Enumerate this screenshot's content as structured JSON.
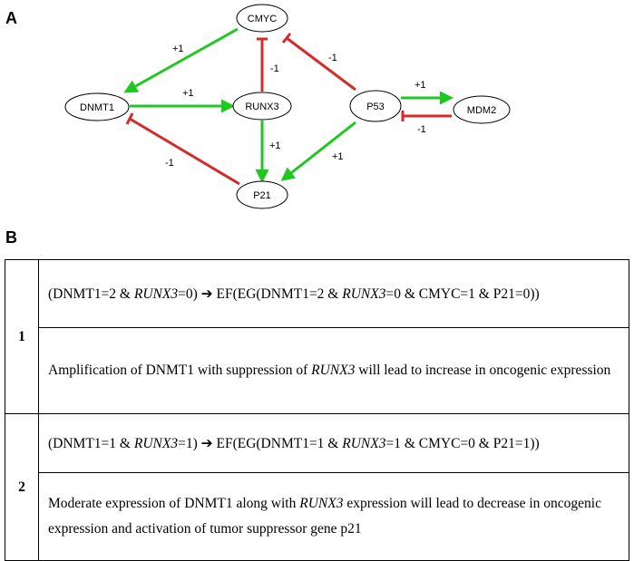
{
  "panels": {
    "a": "A",
    "b": "B"
  },
  "network": {
    "nodes": {
      "cmyc": "CMYC",
      "dnmt1": "DNMT1",
      "runx3": "RUNX3",
      "p53": "P53",
      "mdm2": "MDM2",
      "p21": "P21"
    },
    "edges": [
      {
        "from": "CMYC",
        "to": "DNMT1",
        "type": "activation",
        "weight": "+1"
      },
      {
        "from": "RUNX3",
        "to": "CMYC",
        "type": "inhibition",
        "weight": "-1"
      },
      {
        "from": "P53",
        "to": "CMYC",
        "type": "inhibition",
        "weight": "-1"
      },
      {
        "from": "DNMT1",
        "to": "RUNX3",
        "type": "activation",
        "weight": "+1"
      },
      {
        "from": "RUNX3",
        "to": "P21",
        "type": "activation",
        "weight": "+1"
      },
      {
        "from": "P21",
        "to": "DNMT1",
        "type": "inhibition",
        "weight": "-1"
      },
      {
        "from": "P53",
        "to": "P21",
        "type": "activation",
        "weight": "+1"
      },
      {
        "from": "P53",
        "to": "MDM2",
        "type": "activation",
        "weight": "+1"
      },
      {
        "from": "MDM2",
        "to": "P53",
        "type": "inhibition",
        "weight": "-1"
      }
    ],
    "colors": {
      "activation": "#1ec81e",
      "inhibition": "#d42a2a"
    }
  },
  "table": {
    "rows": [
      {
        "index": "1",
        "expr": {
          "p1": "(DNMT1=2 & ",
          "g1": "RUNX3",
          "p2": "=0) ",
          "arrow": "➔",
          "p3": " EF(EG(DNMT1=2 & ",
          "g2": "RUNX3",
          "p4": "=0 & CMYC=1 & P21=0))"
        },
        "desc": {
          "pre": "Amplification of DNMT1 with suppression of ",
          "gene": "RUNX3",
          "post": " will lead to increase in oncogenic expression"
        }
      },
      {
        "index": "2",
        "expr": {
          "p1": "(DNMT1=1 & ",
          "g1": "RUNX3",
          "p2": "=1) ",
          "arrow": "➔",
          "p3": " EF(EG(DNMT1=1 & ",
          "g2": "RUNX3",
          "p4": "=1 & CMYC=0 & P21=1))"
        },
        "desc": {
          "pre": "Moderate expression of DNMT1 along with ",
          "gene": "RUNX3",
          "post": " expression will lead to decrease in oncogenic expression and activation of tumor suppressor gene p21"
        }
      }
    ]
  }
}
